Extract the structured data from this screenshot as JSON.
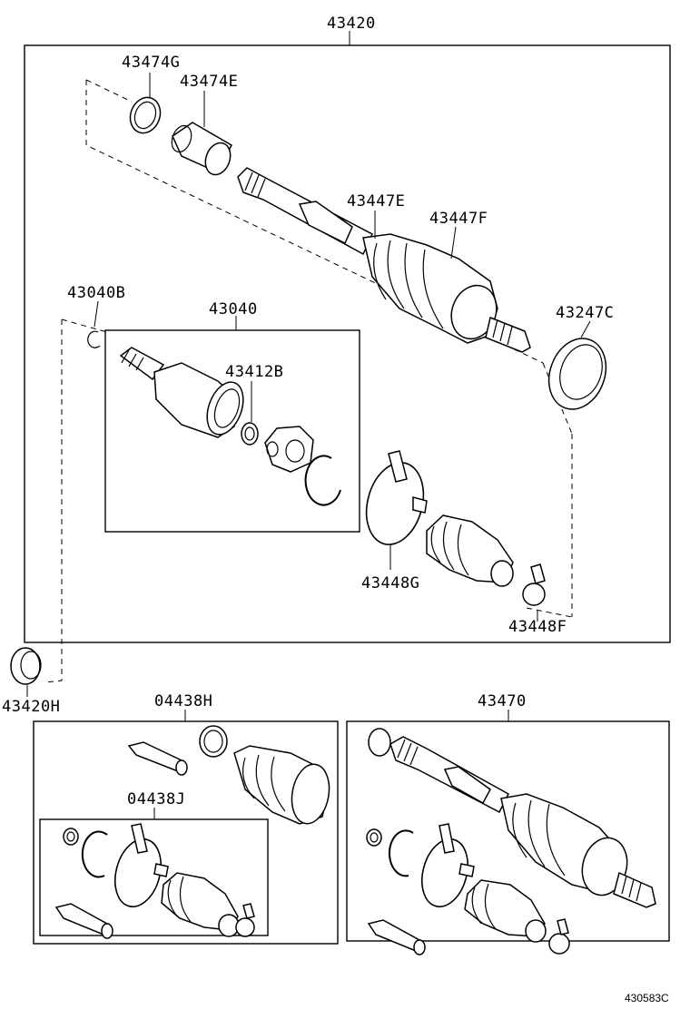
{
  "labels": {
    "assembly_43420": "43420",
    "part_43474G": "43474G",
    "part_43474E": "43474E",
    "part_43447E": "43447E",
    "part_43447F": "43447F",
    "part_43040B": "43040B",
    "assembly_43040": "43040",
    "part_43412B": "43412B",
    "part_43247C": "43247C",
    "part_43448G": "43448G",
    "part_43448F": "43448F",
    "part_43420H": "43420H",
    "kit_04438H": "04438H",
    "kit_04438J": "04438J",
    "assembly_43470": "43470"
  },
  "diagram_code": "430583C"
}
